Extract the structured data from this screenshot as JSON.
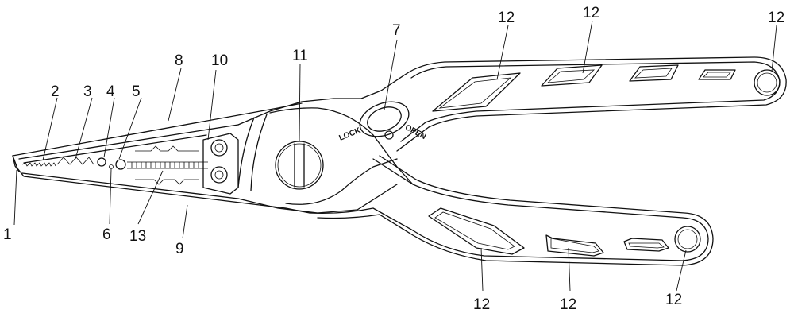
{
  "figure": {
    "engraved_labels": {
      "lock": "LOCK",
      "open": "OPEN"
    },
    "callouts": [
      {
        "id": "c1",
        "text": "1"
      },
      {
        "id": "c2",
        "text": "2"
      },
      {
        "id": "c3",
        "text": "3"
      },
      {
        "id": "c4",
        "text": "4"
      },
      {
        "id": "c5",
        "text": "5"
      },
      {
        "id": "c6",
        "text": "6"
      },
      {
        "id": "c7",
        "text": "7"
      },
      {
        "id": "c8",
        "text": "8"
      },
      {
        "id": "c9",
        "text": "9"
      },
      {
        "id": "c10",
        "text": "10"
      },
      {
        "id": "c11",
        "text": "11"
      },
      {
        "id": "c12a",
        "text": "12"
      },
      {
        "id": "c12b",
        "text": "12"
      },
      {
        "id": "c12c",
        "text": "12"
      },
      {
        "id": "c12d",
        "text": "12"
      },
      {
        "id": "c12e",
        "text": "12"
      },
      {
        "id": "c12f",
        "text": "12"
      },
      {
        "id": "c13",
        "text": "13"
      }
    ]
  }
}
